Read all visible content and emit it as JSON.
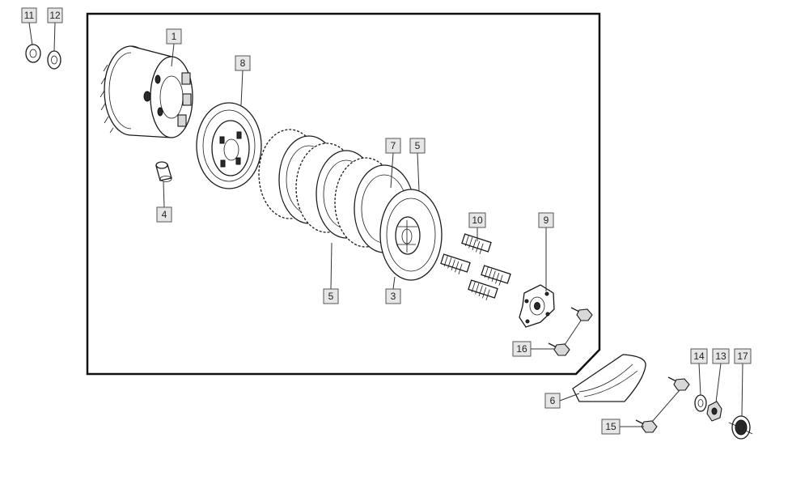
{
  "callouts": [
    {
      "id": "c11",
      "label": "11"
    },
    {
      "id": "c12",
      "label": "12"
    },
    {
      "id": "c1",
      "label": "1"
    },
    {
      "id": "c8",
      "label": "8"
    },
    {
      "id": "c4",
      "label": "4"
    },
    {
      "id": "c7",
      "label": "7"
    },
    {
      "id": "c5a",
      "label": "5"
    },
    {
      "id": "c10",
      "label": "10"
    },
    {
      "id": "c9",
      "label": "9"
    },
    {
      "id": "c5b",
      "label": "5"
    },
    {
      "id": "c3",
      "label": "3"
    },
    {
      "id": "c16",
      "label": "16"
    },
    {
      "id": "c14",
      "label": "14"
    },
    {
      "id": "c13",
      "label": "13"
    },
    {
      "id": "c17",
      "label": "17"
    },
    {
      "id": "c6",
      "label": "6"
    },
    {
      "id": "c15",
      "label": "15"
    }
  ]
}
